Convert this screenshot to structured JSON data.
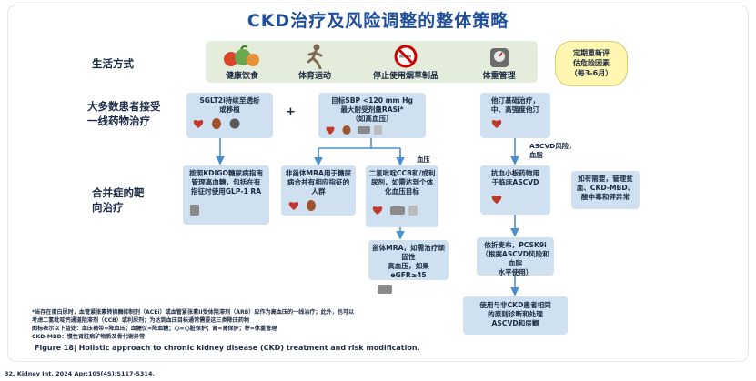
{
  "title": "CKD治疗及风险调整的整体策略",
  "rows": {
    "lifestyle": "生活方式",
    "first_line": [
      "大多数患者接受",
      "一线药物治疗"
    ],
    "comorbidity": [
      "合并症的靶",
      "向治疗"
    ]
  },
  "lifestyle_items": [
    {
      "label": "健康饮食",
      "icon": "healthy-food-icon"
    },
    {
      "label": "体育运动",
      "icon": "exercise-icon"
    },
    {
      "label": "停止使用烟草制品",
      "icon": "no-smoking-icon"
    },
    {
      "label": "体重管理",
      "icon": "weight-scale-icon"
    }
  ],
  "reeval": [
    "定期重新评",
    "估危险因素",
    "（每3-6月）"
  ],
  "boxes": {
    "sglt2": [
      "SGLT2i持续至透析",
      "或移植"
    ],
    "rasi": [
      "目标SBP <120 mm Hg",
      "最大耐受剂量RASi*",
      "（如高血压）"
    ],
    "statin": [
      "他汀基础治疗，",
      "中、高强度他汀"
    ],
    "kdigo": [
      "按照KDIGO糖尿病指南",
      "管理高血糖，包括在有",
      "指征时使用GLP-1 RA"
    ],
    "ns_mra": [
      "非甾体MRA用于糖尿",
      "病合并有相应指征的",
      "人群"
    ],
    "ccb": [
      "二氢吡啶CCB和/或利",
      "尿剂，如需达到个体",
      "化血压目标"
    ],
    "antiplatelet": [
      "抗血小板药物用",
      "于临床ASCVD"
    ],
    "anemia": [
      "如有需要，管理贫",
      "血、CKD-MBD、",
      "酸中毒和钾异常"
    ],
    "s_mra": [
      "甾体MRA，如需治疗顽固性",
      "高血压，如果eGFR≥45"
    ],
    "ezetimibe": [
      "依折麦布，PCSK9i",
      "（根据ASCVD风险和血脂",
      "水平使用）"
    ],
    "same_principle": [
      "使用与非CKD患者相同",
      "的原则诊断和处理",
      "ASCVD和房颤"
    ]
  },
  "side_labels": {
    "bp": "血压",
    "ascvd": [
      "ASCVD风险，",
      "血脂"
    ]
  },
  "footnotes": [
    "*当存在蛋白尿时，血管紧张素转换酶抑制剂（ACEi）或血管紧张素II受体阻滞剂（ARB）应作为高血压的一线治疗；此外，也可以",
    "考虑二氢吡啶钙通道阻滞剂（CCB）或利尿剂；为达到血压目标通常需要这三类降压药物",
    "图标表示以下益处：血压袖带=降血压；血糖仪=降血糖；心=心脏保护；肾=肾保护；秤=体重管理",
    "CKD-MBD：慢性肾脏病矿物质及骨代谢异常"
  ],
  "caption": "Figure 18| Holistic approach to chronic kidney disease (CKD) treatment and risk modification.",
  "reference": "32. Kidney Int. 2024 Apr;105(4S):S117-S314."
}
